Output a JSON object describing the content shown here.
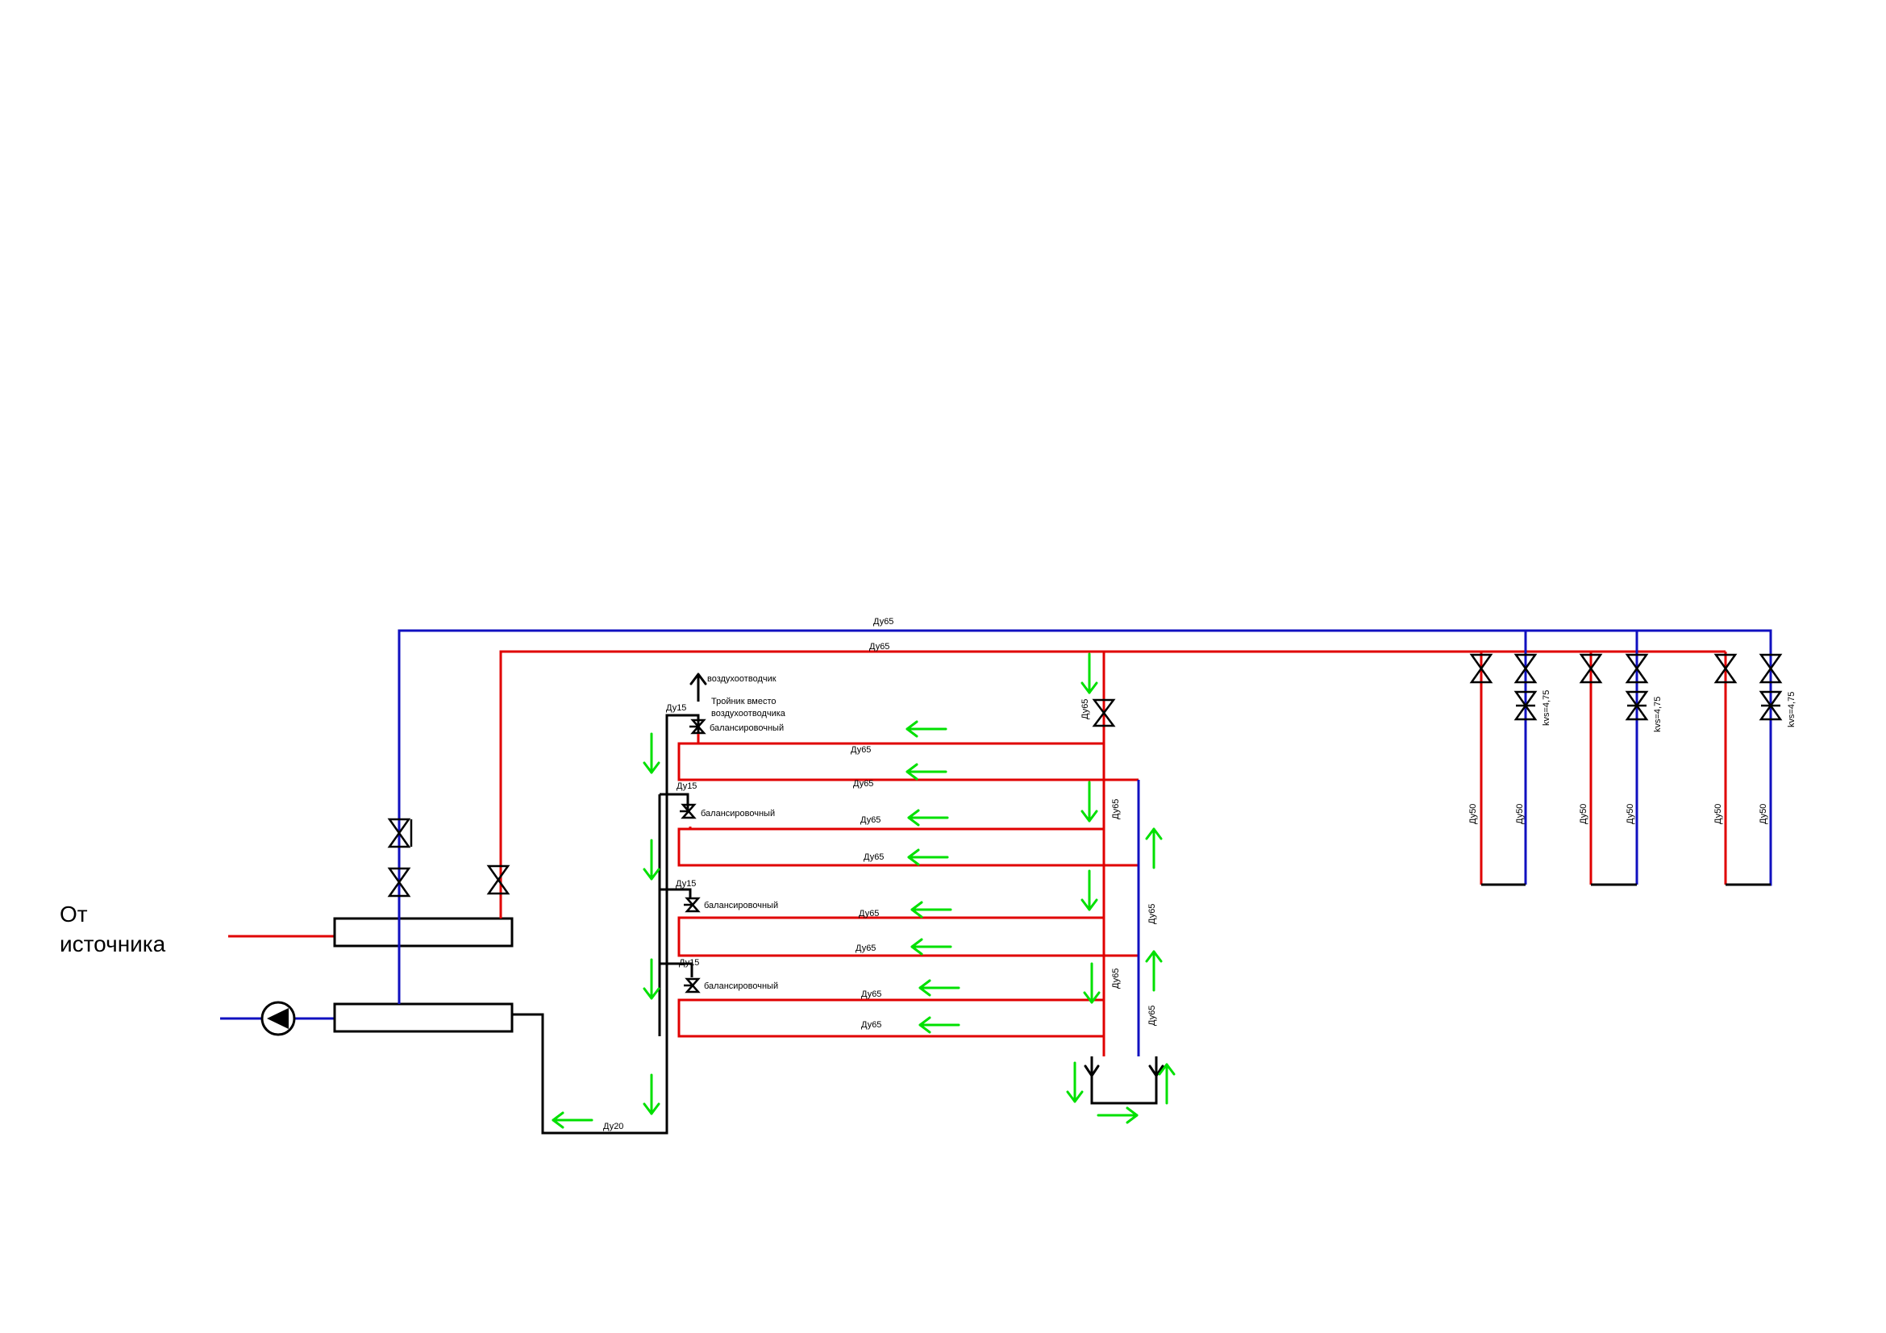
{
  "source_label_line1": "От",
  "source_label_line2": "источника",
  "colors": {
    "supply": "#e00000",
    "return": "#1010c0",
    "flow_arrow": "#00e000",
    "line": "#000000"
  },
  "labels": {
    "du65": "Ду65",
    "du50": "Ду50",
    "du20": "Ду20",
    "du15": "Ду15",
    "balancing": "балансировочный",
    "air_vent": "воздухоотводчик",
    "tee_line1": "Тройник вместо",
    "tee_line2": "воздухоотводчика",
    "kvs": "kvs=4,75"
  },
  "icons": [
    "valve-icon",
    "balancing-valve-icon",
    "pump-icon",
    "flow-arrow-icon",
    "air-vent-arrow-icon"
  ]
}
